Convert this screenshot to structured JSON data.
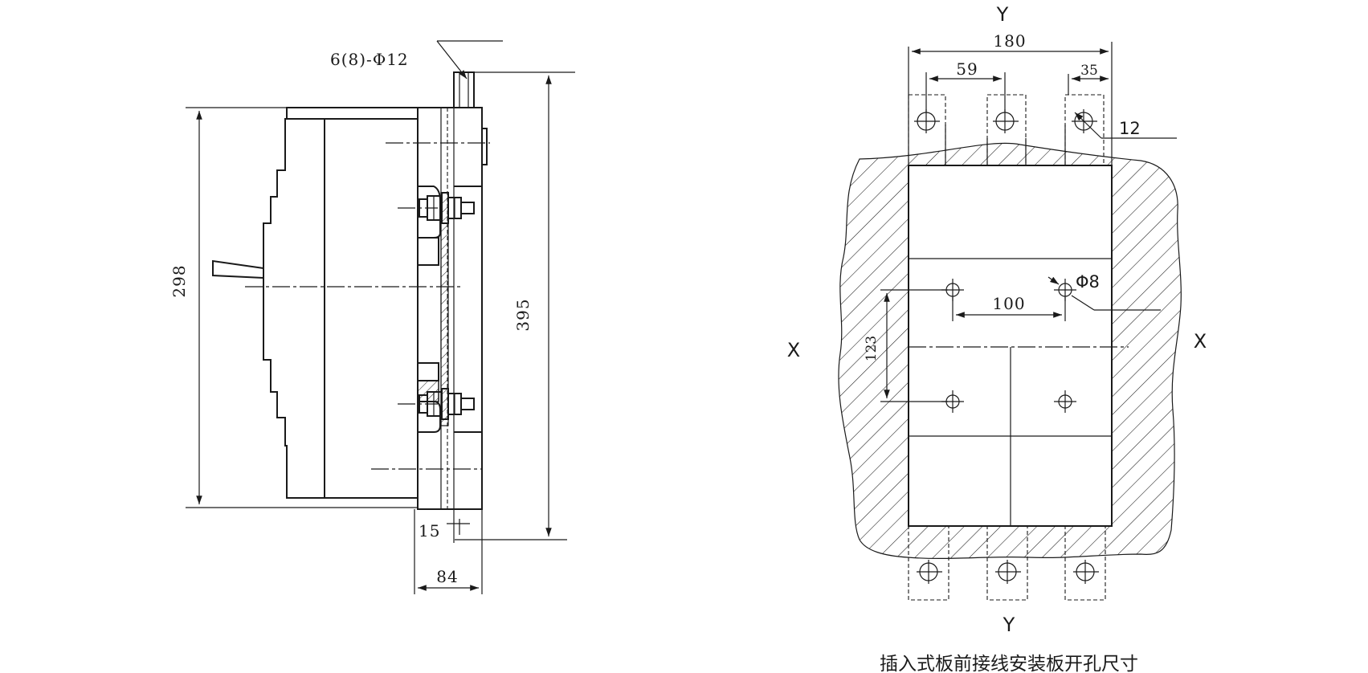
{
  "side_view": {
    "bolt_label": "6(8)-Φ12",
    "height_label": "298",
    "total_height_label": "395",
    "offset_label": "15",
    "depth_label": "84"
  },
  "cutout_view": {
    "axis_y_top": "Y",
    "axis_y_bottom": "Y",
    "axis_x_left": "X",
    "axis_x_right": "X",
    "width_label": "180",
    "pitch_label": "59",
    "edge_label": "35",
    "hole_label": "12",
    "small_hole_label": "Φ8",
    "hole_spacing_label": "100",
    "vertical_spacing_label": "123"
  },
  "caption": "插入式板前接线安装板开孔尺寸"
}
